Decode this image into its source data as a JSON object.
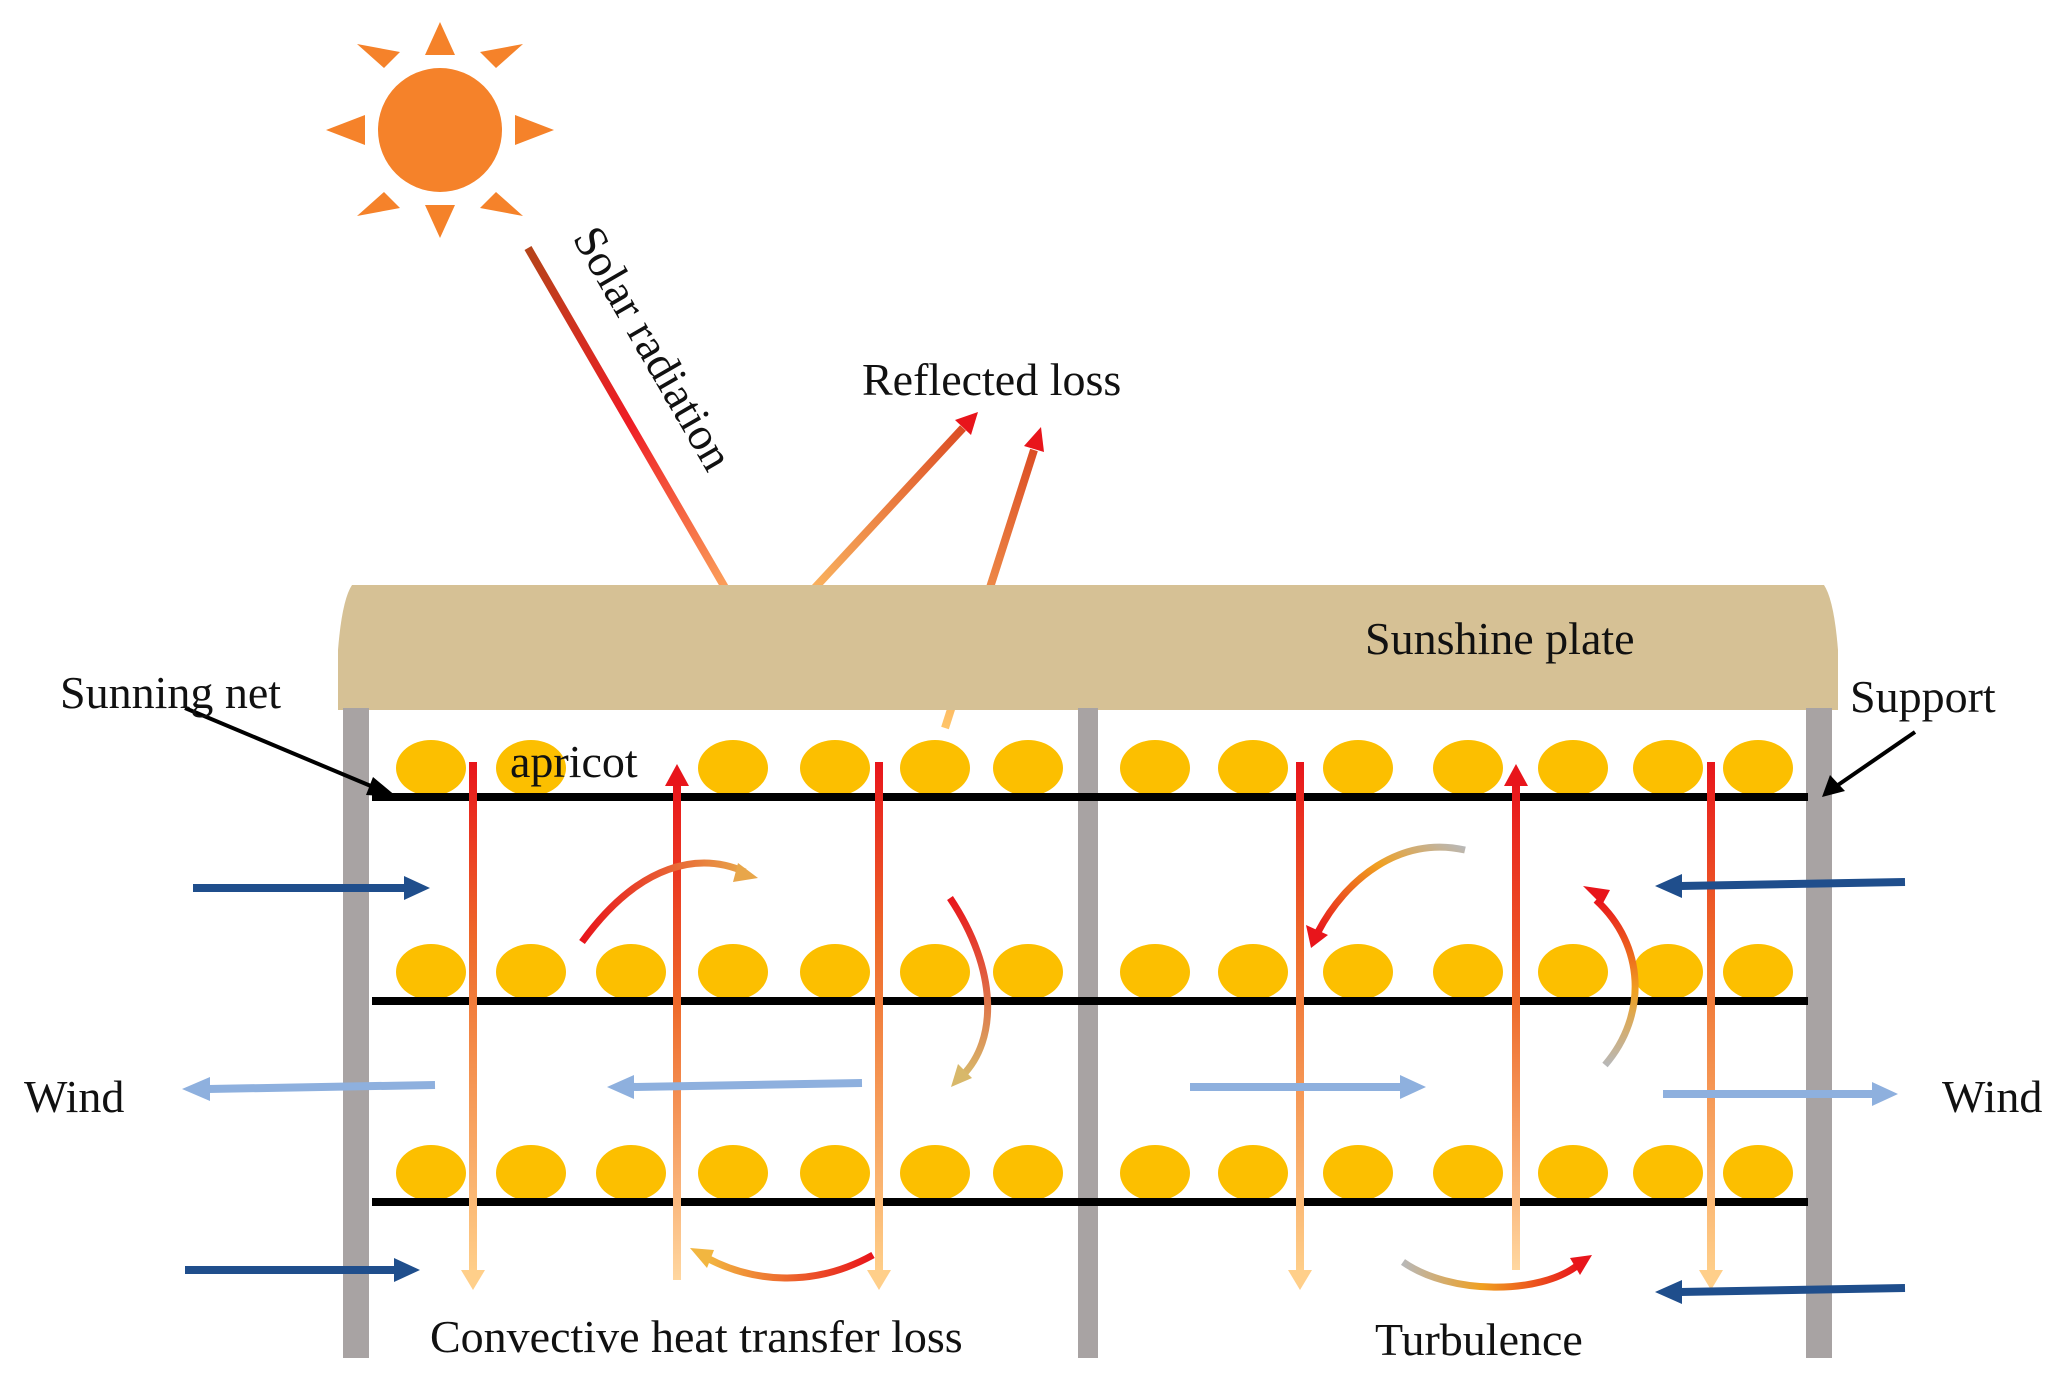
{
  "labels": {
    "solar_radiation": "Solar radiation",
    "reflected_loss": "Reflected loss",
    "sunshine_plate": "Sunshine plate",
    "sunning_net": "Sunning net",
    "support": "Support",
    "apricot": "apricot",
    "wind_left": "Wind",
    "wind_right": "Wind",
    "convective_loss": "Convective heat transfer loss",
    "turbulence": "Turbulence"
  },
  "colors": {
    "sun": "#f5822a",
    "sun_rays": "#f5822a",
    "plate": "#d6c195",
    "support_post": "#a8a3a3",
    "net": "#000000",
    "apricot": "#fcbf00",
    "wind_dark": "#1f4e8c",
    "wind_light": "#8eb0de",
    "heat_hot": "#e8151b",
    "heat_warm": "#ffc66e"
  }
}
